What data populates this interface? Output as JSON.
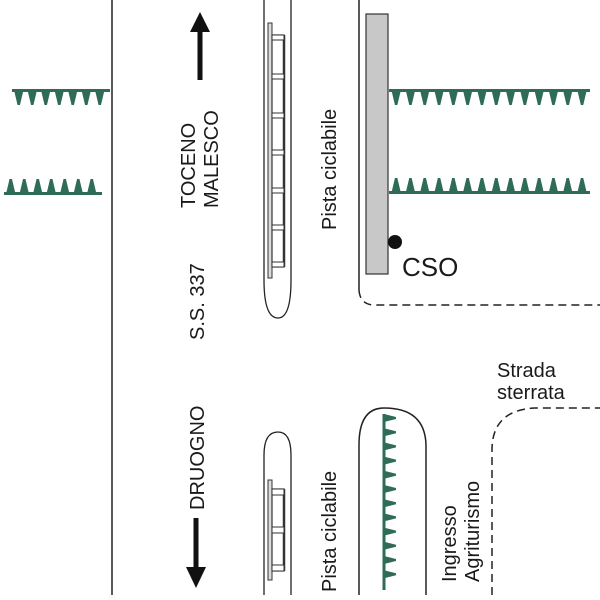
{
  "labels": {
    "toceno": "TOCENO",
    "malesco": "MALESCO",
    "road": "S.S. 337",
    "druogno": "DRUOGNO",
    "bike_path_top": "Pista ciclabile",
    "bike_path_bottom": "Pista ciclabile",
    "cso": "CSO",
    "dirt_road_line1": "Strada",
    "dirt_road_line2": "sterrata",
    "entrance_line1": "Ingresso",
    "entrance_line2": "Agriturismo"
  },
  "colors": {
    "hedge": "#2e6b58",
    "platform": "#c8c8c8",
    "line": "#222222",
    "text": "#1a1a1a"
  },
  "icons": {
    "north_arrow": "arrow-up",
    "south_arrow": "arrow-down",
    "cso_marker": "filled-circle",
    "hedge": "tree-row"
  }
}
